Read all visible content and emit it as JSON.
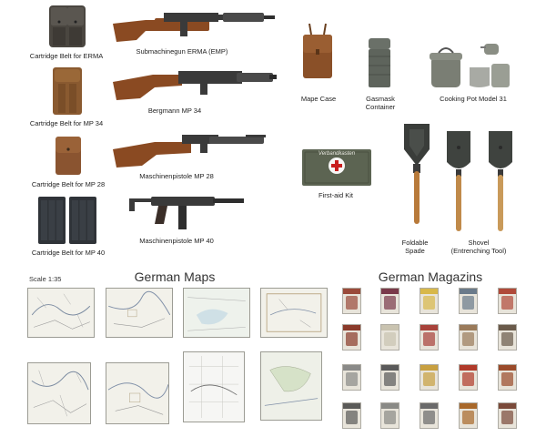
{
  "equipment": {
    "belt_erma": "Cartridge Belt for ERMA",
    "belt_mp34": "Cartridge Belt for MP 34",
    "belt_mp28": "Cartridge Belt for MP 28",
    "belt_mp40": "Cartridge Belt for MP 40",
    "smg_erma": "Submachinegun ERMA (EMP)",
    "smg_bergmann": "Bergmann MP 34",
    "smg_mp28": "Maschinenpistole MP 28",
    "smg_mp40": "Maschinenpistole MP 40",
    "map_case": "Mape Case",
    "gasmask": "Gasmask\nContainer",
    "cooking_pot": "Cooking Pot Model 31",
    "first_aid": "First-aid Kit",
    "first_aid_box_text": "Verbandkasten",
    "foldable_spade": "Foldable\nSpade",
    "shovel": "Shovel\n(Entrenching Tool)"
  },
  "maps": {
    "heading": "German Maps",
    "scale": "Scale 1:35"
  },
  "magazines": {
    "heading": "German Magazins",
    "colors": [
      [
        "#9a4a3a",
        "#7a3a4a",
        "#d8b84a",
        "#6a7a8a",
        "#b04a3a"
      ],
      [
        "#8a3a2a",
        "#c9c3b0",
        "#a8423a",
        "#9a7a5a",
        "#6a5a4a"
      ],
      [
        "#8a8a88",
        "#5a5a5a",
        "#c8a040",
        "#b03a2a",
        "#9a4a2a"
      ],
      [
        "#5a5a58",
        "#8a8a86",
        "#6a6a6a",
        "#a8682a",
        "#7a4a3a"
      ]
    ]
  }
}
